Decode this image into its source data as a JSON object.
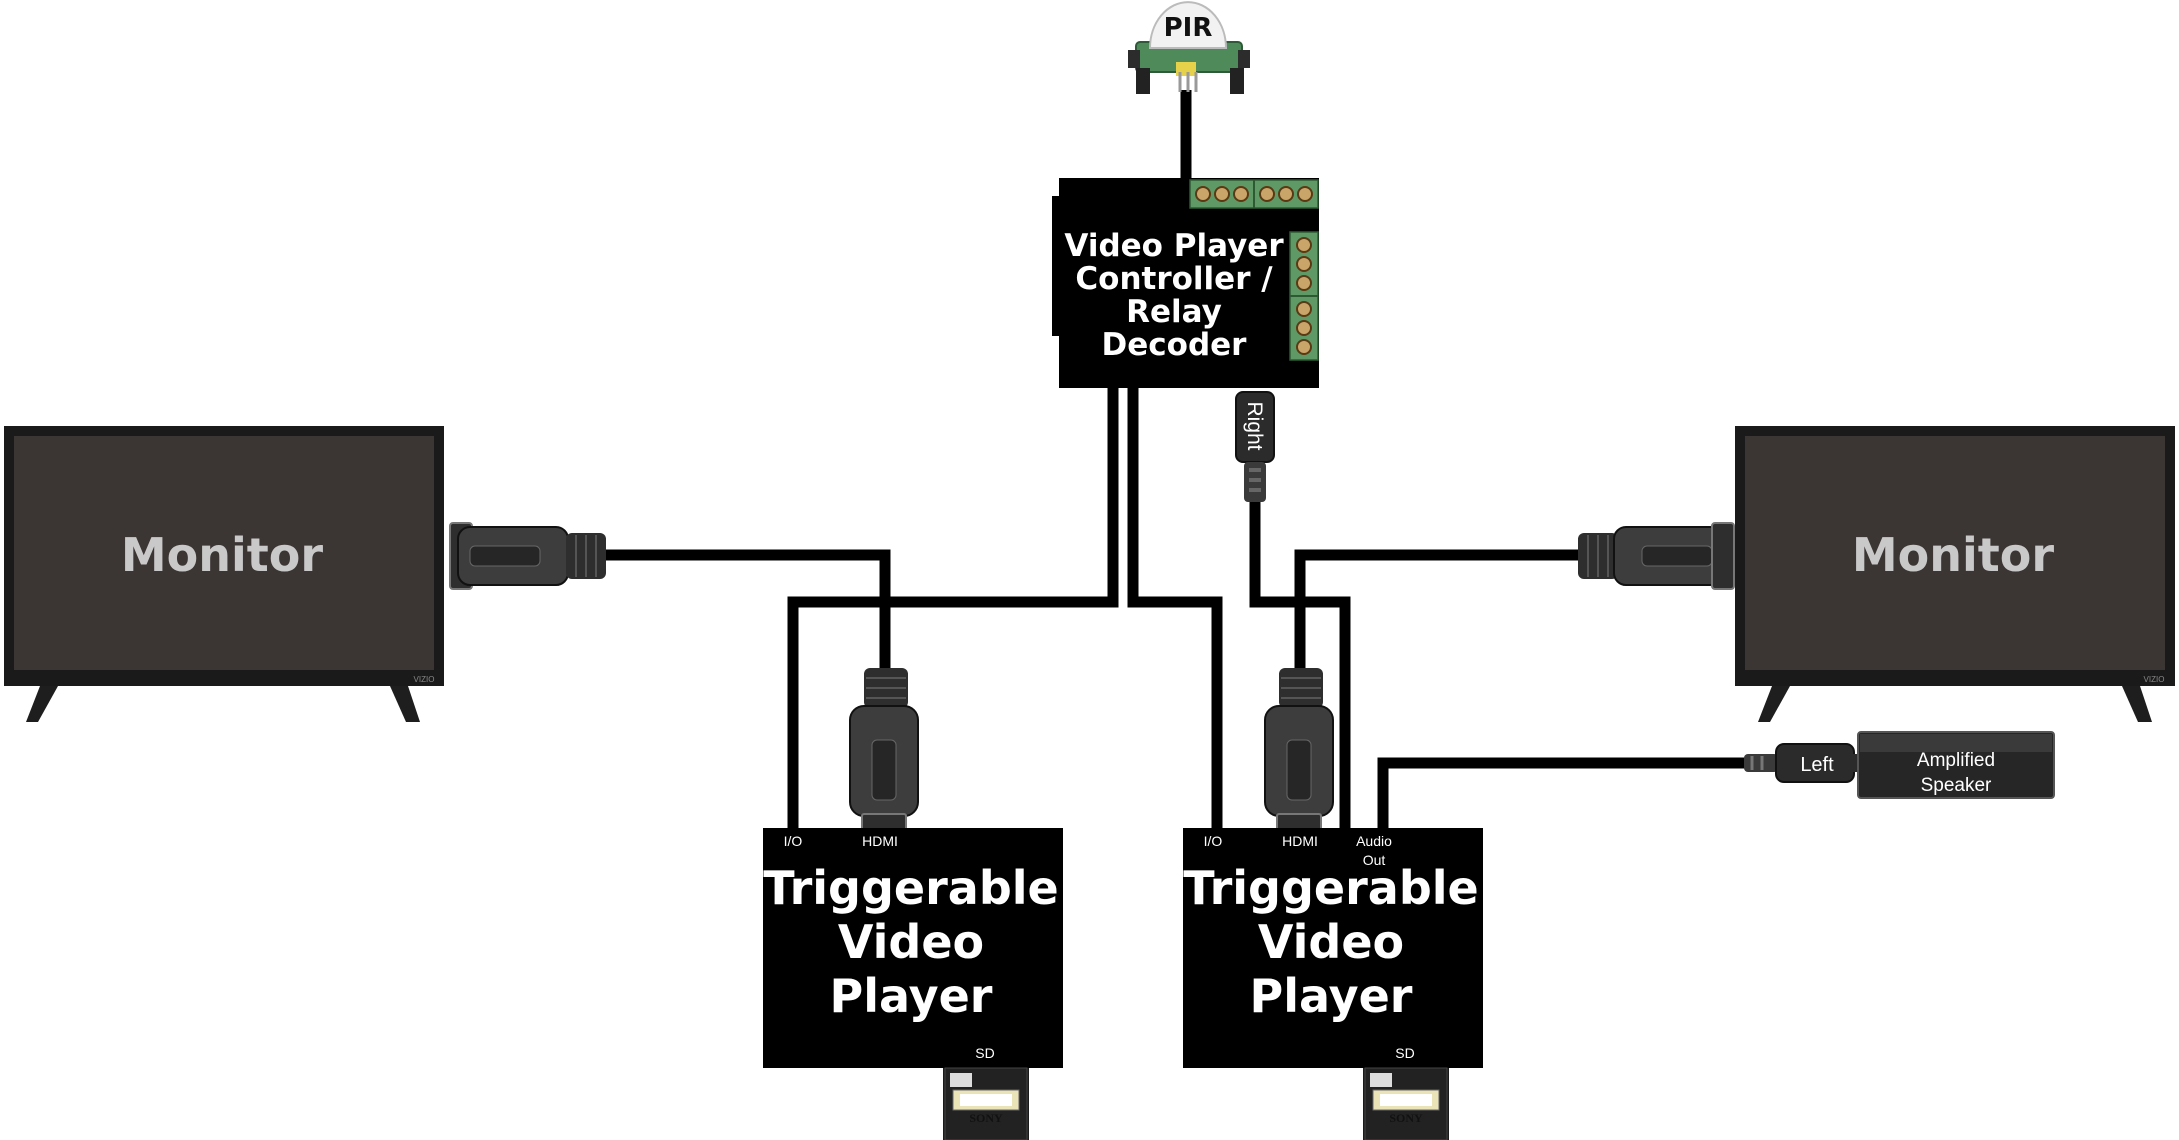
{
  "diagram": {
    "sensor_label": "PIR",
    "controller_lines": [
      "Video Player",
      "Controller /",
      "Relay",
      "Decoder"
    ],
    "monitor_left_label": "Monitor",
    "monitor_right_label": "Monitor",
    "monitor_brand": "VIZIO",
    "player_left": {
      "title_lines": [
        "Triggerable",
        "Video",
        "Player"
      ],
      "port_io": "I/O",
      "port_hdmi": "HDMI",
      "sd_label": "SD"
    },
    "player_right": {
      "title_lines": [
        "Triggerable",
        "Video",
        "Player"
      ],
      "port_io": "I/O",
      "port_hdmi": "HDMI",
      "port_audio_1": "Audio",
      "port_audio_2": "Out",
      "sd_label": "SD"
    },
    "sd_card_brand": "SONY",
    "audio_right_label": "Right",
    "audio_left_label": "Left",
    "speaker_lines": [
      "Amplified",
      "Speaker"
    ]
  }
}
